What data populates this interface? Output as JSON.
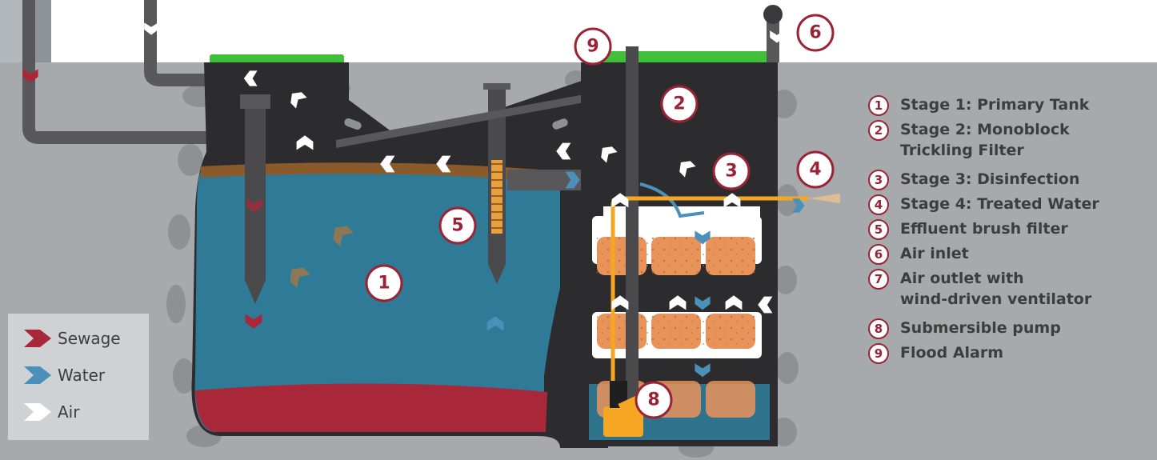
{
  "caption": "",
  "markers": {
    "m1": "1",
    "m2": "2",
    "m3": "3",
    "m4": "4",
    "m5": "5",
    "m6": "6",
    "m8": "8",
    "m9": "9"
  },
  "stages": [
    {
      "num": "1",
      "label": "Stage 1: Primary Tank"
    },
    {
      "num": "2",
      "label": "Stage 2: Monoblock",
      "label2": "Trickling Filter"
    },
    {
      "num": "3",
      "label": "Stage 3: Disinfection"
    },
    {
      "num": "4",
      "label": "Stage 4: Treated Water"
    },
    {
      "num": "5",
      "label": "Effluent brush filter"
    },
    {
      "num": "6",
      "label": "Air inlet"
    },
    {
      "num": "7",
      "label": "Air outlet with",
      "label2": "wind-driven ventilator"
    },
    {
      "num": "8",
      "label": "Submersible pump"
    },
    {
      "num": "9",
      "label": "Flood Alarm"
    }
  ],
  "legend": {
    "sewage": {
      "label": "Sewage",
      "color": "#a8283a"
    },
    "water": {
      "label": "Water",
      "color": "#4a90b8"
    },
    "air": {
      "label": "Air",
      "color": "#ffffff"
    }
  },
  "colors": {
    "ground": "#a7aaad",
    "tank_shell": "#2c2c2e",
    "water": "#2f7a96",
    "sludge": "#a8283a",
    "scum": "#8a5a2b",
    "lid": "#3fbf3a",
    "pipe": "#58585a",
    "pump_pipe": "#f5a623",
    "filter_media": "#e8935a",
    "marker_stroke": "#9b2335"
  },
  "icons": [
    "sewage-arrow-icon",
    "water-arrow-icon",
    "air-arrow-icon",
    "pump-icon",
    "air-vent-icon"
  ]
}
